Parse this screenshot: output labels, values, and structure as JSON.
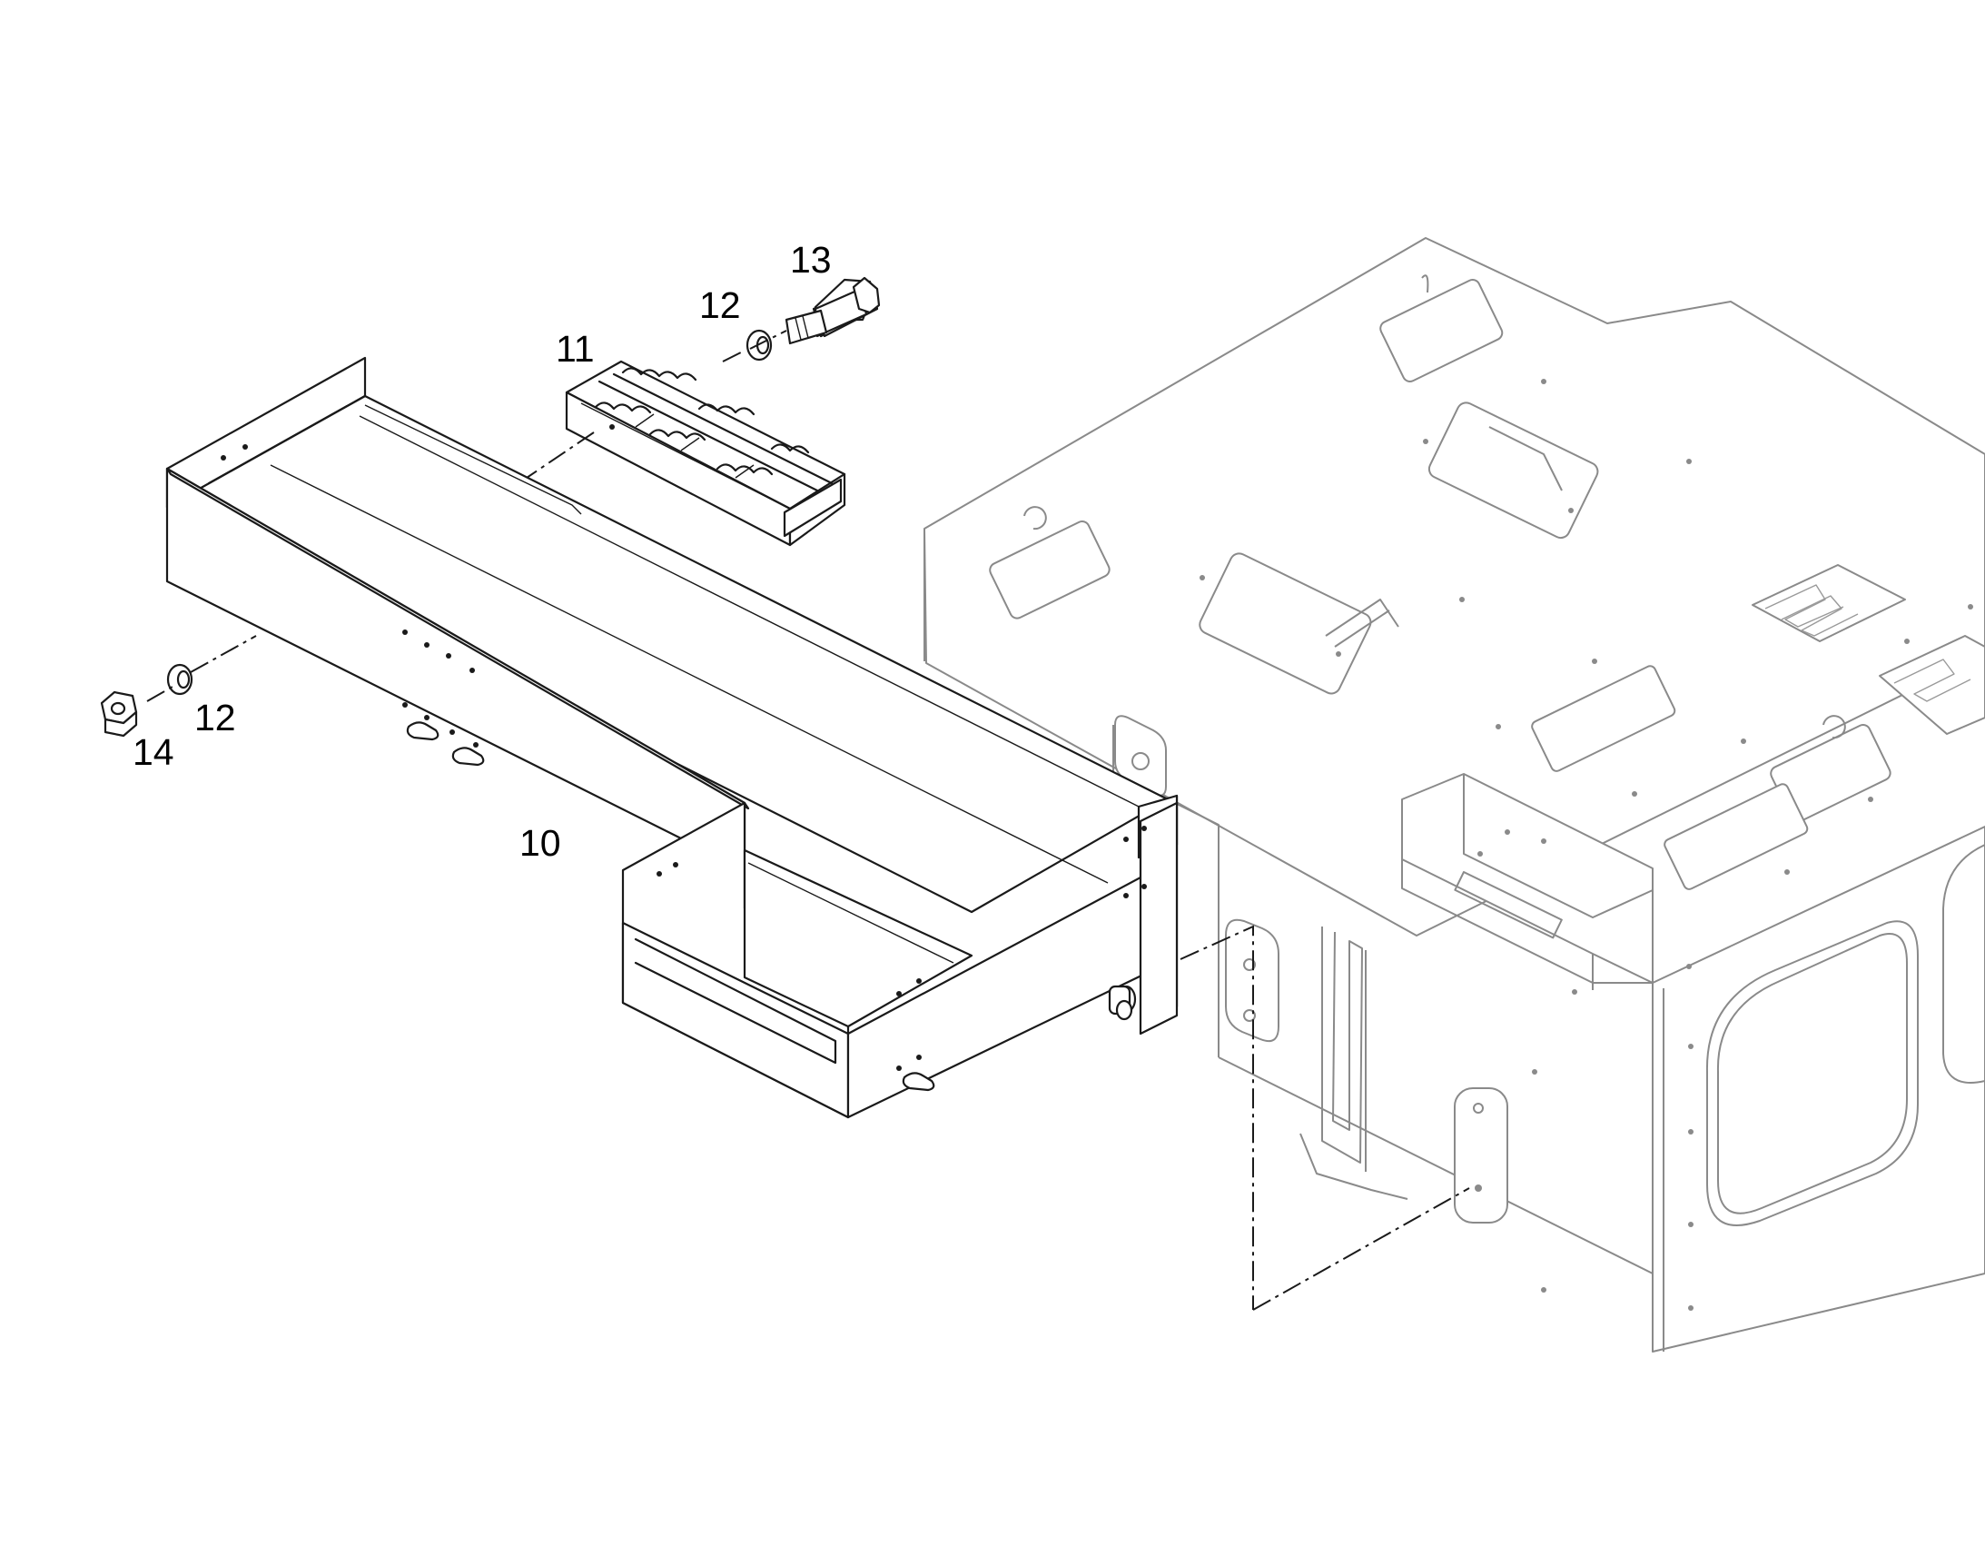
{
  "callouts": {
    "c10": "10",
    "c11": "11",
    "c12_top": "12",
    "c12_left": "12",
    "c13": "13",
    "c14": "14"
  }
}
